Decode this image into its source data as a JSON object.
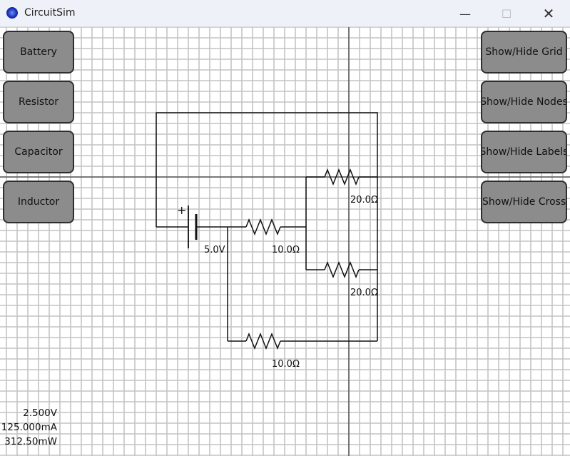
{
  "window": {
    "title": "CircuitSim"
  },
  "toolbar_left": [
    {
      "label": "Battery"
    },
    {
      "label": "Resistor"
    },
    {
      "label": "Capacitor"
    },
    {
      "label": "Inductor"
    }
  ],
  "toolbar_right": [
    {
      "label": "Show/Hide Grid"
    },
    {
      "label": "Show/Hide Nodes"
    },
    {
      "label": "Show/Hide Labels"
    },
    {
      "label": "Show/Hide Crosshai"
    }
  ],
  "circuit": {
    "battery_label": "5.0V",
    "battery_polarity": "+",
    "r1_label": "10.0Ω",
    "r2_label": "20.0Ω",
    "r3_label": "20.0Ω",
    "r4_label": "10.0Ω"
  },
  "readouts": {
    "voltage": "2.500V",
    "current": "125.000mA",
    "power": "312.50mW"
  },
  "colors": {
    "button_fill": "#8c8c8c",
    "grid": "#c4c4c4",
    "crosshair": "#555555"
  }
}
